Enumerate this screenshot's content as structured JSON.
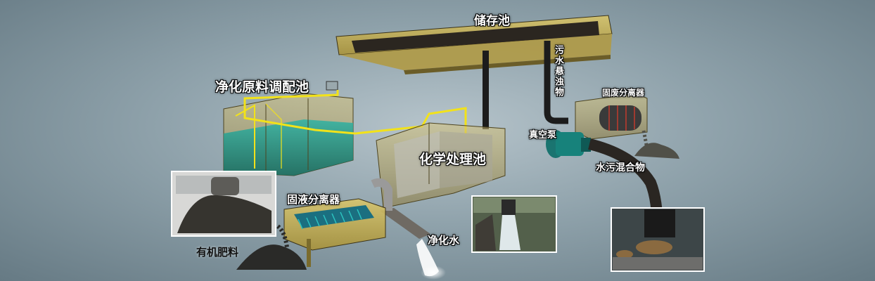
{
  "labels": {
    "storage_tank": "储存池",
    "sewage_suspended": "污水悬浊物",
    "raw_material_tank": "净化原料调配池",
    "solid_waste_separator": "固废分离器",
    "vacuum_pump": "真空泵",
    "chemical_treatment_tank": "化学处理池",
    "water_sewage_mixture": "水污混合物",
    "solid_liquid_separator": "固液分离器",
    "organic_fertilizer": "有机肥料",
    "purified_water": "净化水"
  },
  "colors": {
    "background": "#8fa2ab",
    "tank_fill": "#c9b45a",
    "water": "#1f9b8e",
    "sludge": "#2b2620",
    "pipe": "#1c1c1c",
    "wire": "#f2e21a"
  }
}
